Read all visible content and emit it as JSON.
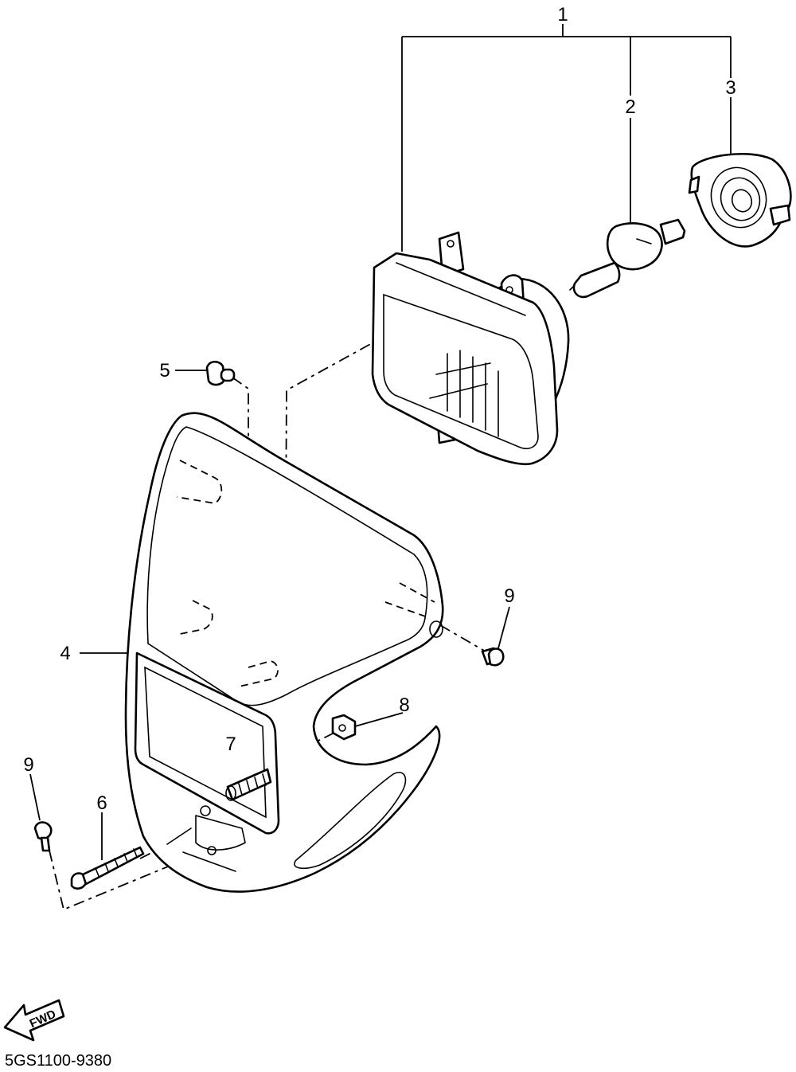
{
  "diagram": {
    "reference_code": "5GS1100-9380",
    "forward_arrow_label": "FWD",
    "callouts": [
      {
        "id": "1",
        "label": "1"
      },
      {
        "id": "2",
        "label": "2"
      },
      {
        "id": "3",
        "label": "3"
      },
      {
        "id": "4",
        "label": "4"
      },
      {
        "id": "5",
        "label": "5"
      },
      {
        "id": "6",
        "label": "6"
      },
      {
        "id": "7",
        "label": "7"
      },
      {
        "id": "8",
        "label": "8"
      },
      {
        "id": "9a",
        "label": "9"
      },
      {
        "id": "9b",
        "label": "9"
      }
    ]
  }
}
